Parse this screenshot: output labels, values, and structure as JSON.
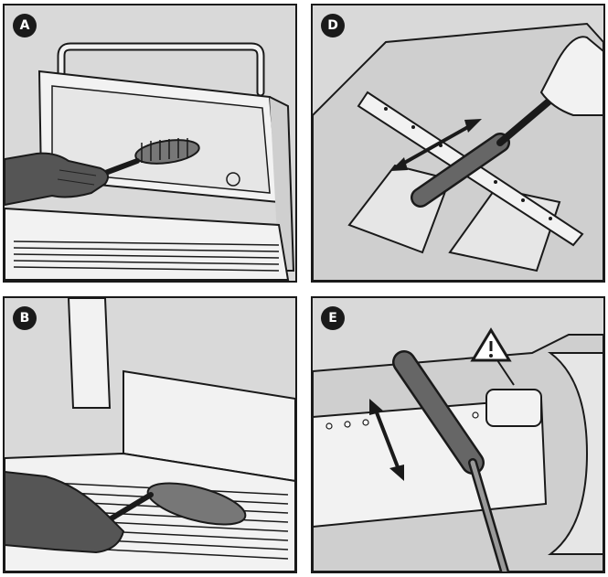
{
  "panels": [
    {
      "id": "A",
      "label": "A"
    },
    {
      "id": "D",
      "label": "D"
    },
    {
      "id": "B",
      "label": "B"
    },
    {
      "id": "E",
      "label": "E"
    }
  ],
  "colors": {
    "panel_bg": "#d9d9d9",
    "outline": "#1a1a1a",
    "glove": "#555555",
    "metal_light": "#f2f2f2"
  },
  "icons": [
    "warning-triangle-icon",
    "double-arrow-icon",
    "grill-brush-icon",
    "glove-hand-icon"
  ]
}
